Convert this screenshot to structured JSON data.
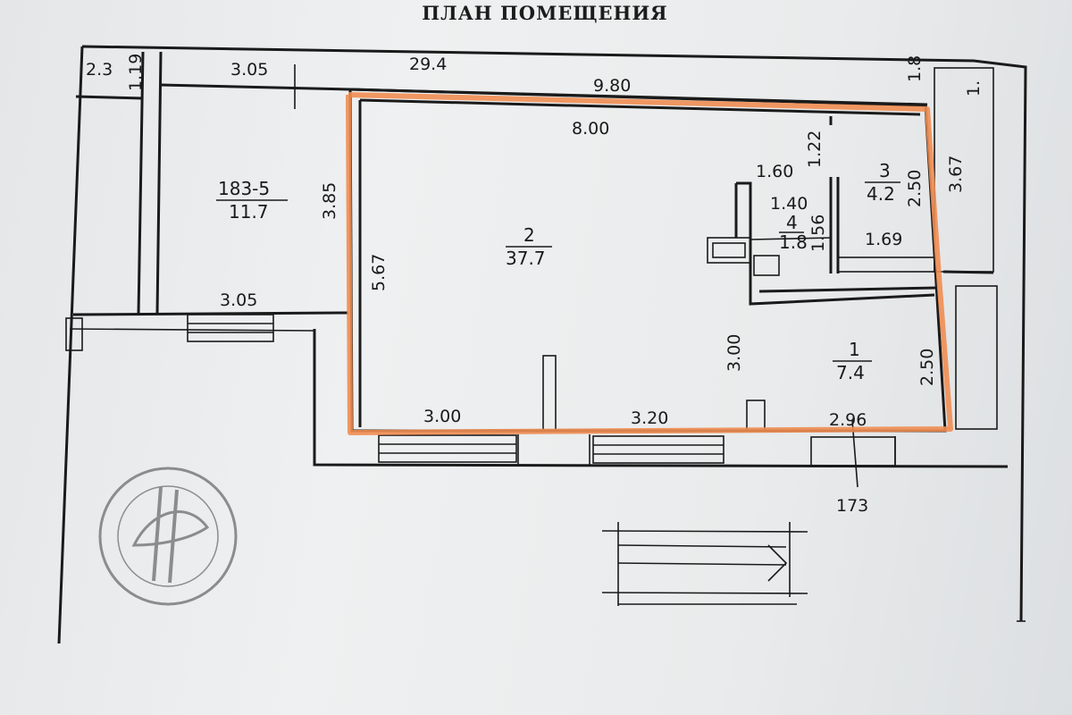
{
  "title": "ПЛАН ПОМЕЩЕНИЯ",
  "colors": {
    "highlight": "#f08d52",
    "ink": "#1a1a1a",
    "stamp": "#8a8c8e"
  },
  "dimensions": {
    "top_left_small": "2.3",
    "top_left_vertical": "1.19",
    "left_room_top": "3.05",
    "corridor_area": "29.4",
    "main_top_outer": "9.80",
    "main_top_inner": "8.00",
    "top_right_small": "1.8",
    "far_right_small": "1.",
    "left_room_height": "3.85",
    "left_room_bottom": "3.05",
    "main_left_height": "5.67",
    "partition_width": "1.60",
    "partition_height": "1.22",
    "room4_width": "1.40",
    "room4_height": "1.56",
    "room3_height": "2.50",
    "right_outer_height": "3.67",
    "room3_width": "1.69",
    "room1_left_height": "3.00",
    "room1_right_height": "2.50",
    "bottom_left": "3.00",
    "bottom_mid": "3.20",
    "bottom_right": "2.96",
    "marker_below": "173"
  },
  "rooms": [
    {
      "id": "183-5",
      "area": "11.7"
    },
    {
      "id": "2",
      "area": "37.7"
    },
    {
      "id": "3",
      "area": "4.2"
    },
    {
      "id": "4",
      "area": "1.8"
    },
    {
      "id": "1",
      "area": "7.4"
    }
  ]
}
